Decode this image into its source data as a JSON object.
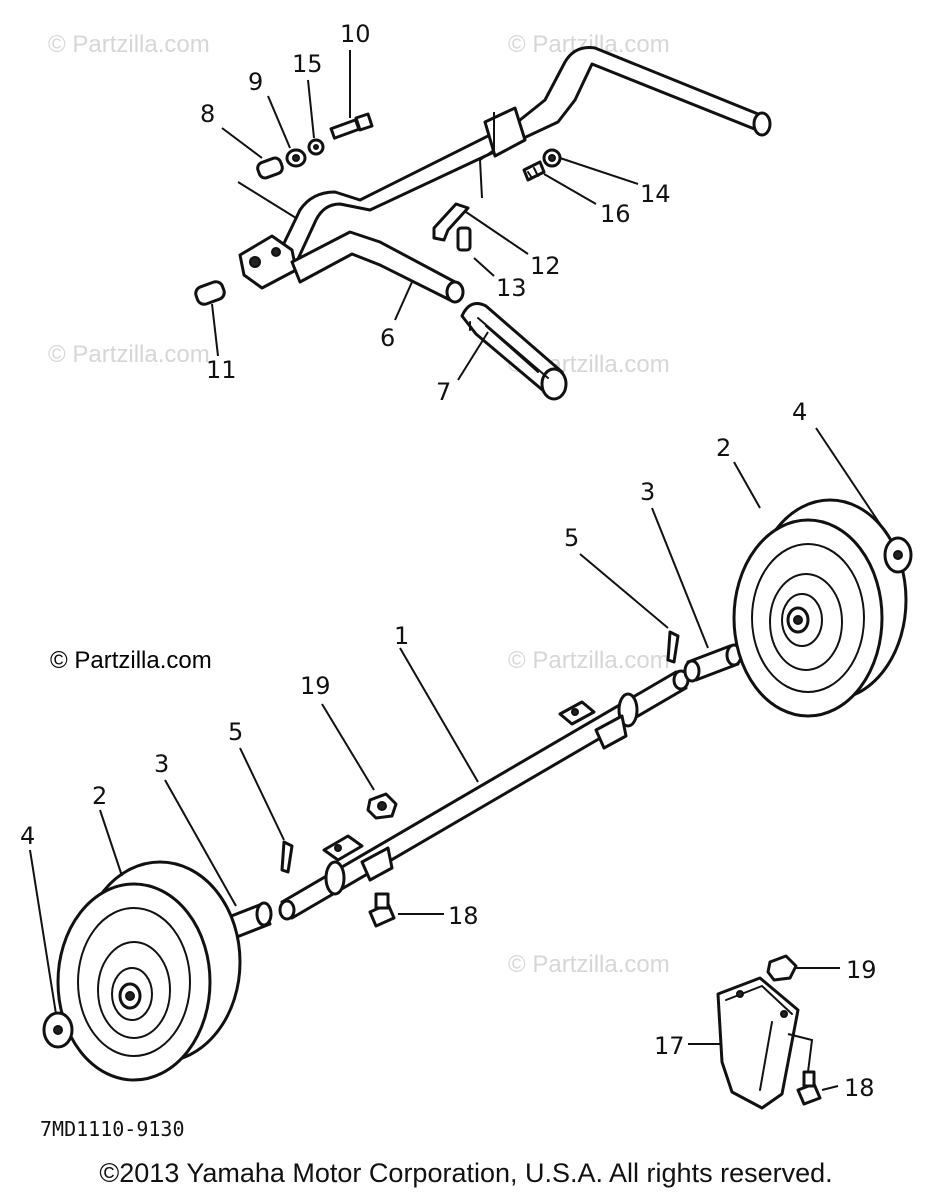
{
  "watermarks": [
    "© Partzilla.com",
    "© Partzilla.com",
    "© Partzilla.com",
    "© Partzilla.com",
    "© Partzilla.com",
    "© Partzilla.com",
    "© Partzilla.com"
  ],
  "callouts": {
    "c1": "1",
    "c2a": "2",
    "c2b": "2",
    "c3a": "3",
    "c3b": "3",
    "c4a": "4",
    "c4b": "4",
    "c5a": "5",
    "c5b": "5",
    "c6": "6",
    "c7": "7",
    "c8": "8",
    "c9": "9",
    "c10": "10",
    "c11": "11",
    "c12": "12",
    "c13": "13",
    "c14": "14",
    "c15": "15",
    "c16": "16",
    "c17": "17",
    "c18a": "18",
    "c18b": "18",
    "c19a": "19",
    "c19b": "19"
  },
  "diagram_code": "7MD1110-9130",
  "copyright": "©2013  Yamaha Motor Corporation, U.S.A. All rights reserved."
}
